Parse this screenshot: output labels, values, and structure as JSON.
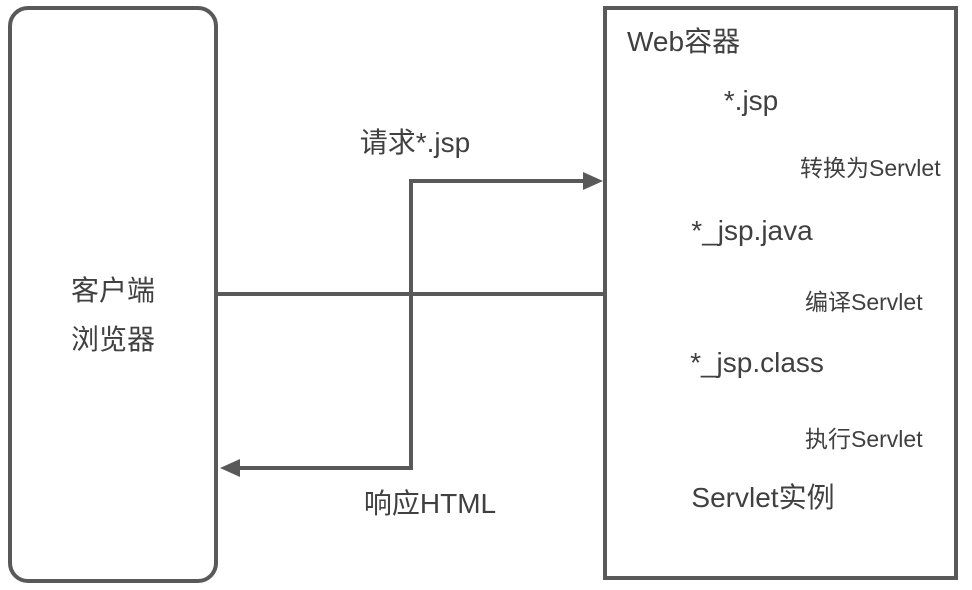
{
  "diagram": {
    "colors": {
      "stroke": "#595959",
      "text": "#404040",
      "bg": "#ffffff"
    },
    "client": {
      "label_line1": "客户端",
      "label_line2": "浏览器"
    },
    "container": {
      "title": "Web容器",
      "nodes": [
        {
          "label": "*.jsp"
        },
        {
          "label": "*_jsp.java"
        },
        {
          "label": "*_jsp.class"
        },
        {
          "label": "Servlet实例"
        }
      ],
      "steps": [
        {
          "label": "转换为Servlet"
        },
        {
          "label": "编译Servlet"
        },
        {
          "label": "执行Servlet"
        }
      ]
    },
    "flows": {
      "request_label": "请求*.jsp",
      "response_label": "响应HTML"
    }
  }
}
